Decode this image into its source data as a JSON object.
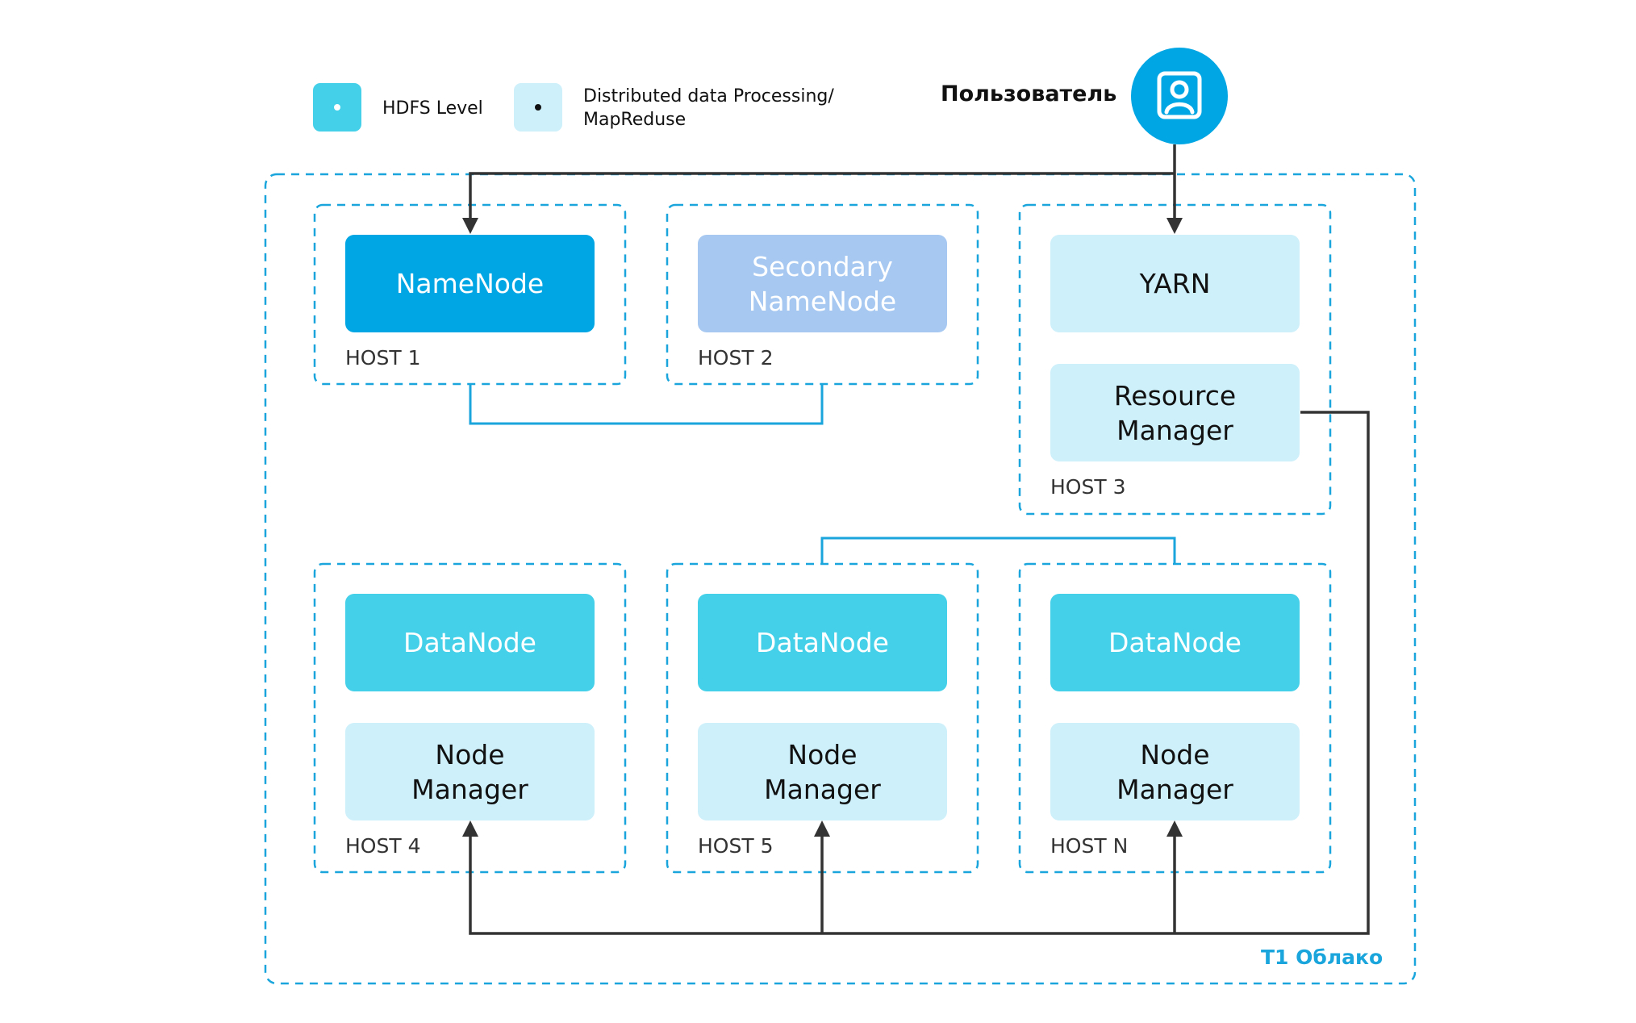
{
  "legend": [
    {
      "label": "HDFS Level",
      "color": "#44d0e8",
      "dot_color": "#ffffff"
    },
    {
      "label": "Distributed data Processing/\nMapReduse",
      "color": "#cdf0fb",
      "dot_color": "#111111"
    }
  ],
  "user": {
    "label": "Пользователь",
    "icon": "user-profile-icon",
    "color": "#00a6e3"
  },
  "cloud": {
    "label": "T1 Облако"
  },
  "hosts": {
    "h1": {
      "label": "HOST 1",
      "nodes": [
        "NameNode"
      ]
    },
    "h2": {
      "label": "HOST 2",
      "nodes": [
        "Secondary\nNameNode"
      ]
    },
    "h3": {
      "label": "HOST 3",
      "nodes": [
        "YARN",
        "Resource\nManager"
      ]
    },
    "h4": {
      "label": "HOST 4",
      "nodes": [
        "DataNode",
        "Node\nManager"
      ]
    },
    "h5": {
      "label": "HOST 5",
      "nodes": [
        "DataNode",
        "Node\nManager"
      ]
    },
    "hn": {
      "label": "HOST N",
      "nodes": [
        "DataNode",
        "Node\nManager"
      ]
    }
  },
  "colors": {
    "namenode": "#00a6e3",
    "secondary_namenode": "#a6c8f1",
    "hdfs": "#44d0e8",
    "processing": "#cdf0fb",
    "dashed_border": "#1aa6dc",
    "arrow": "#333333"
  }
}
